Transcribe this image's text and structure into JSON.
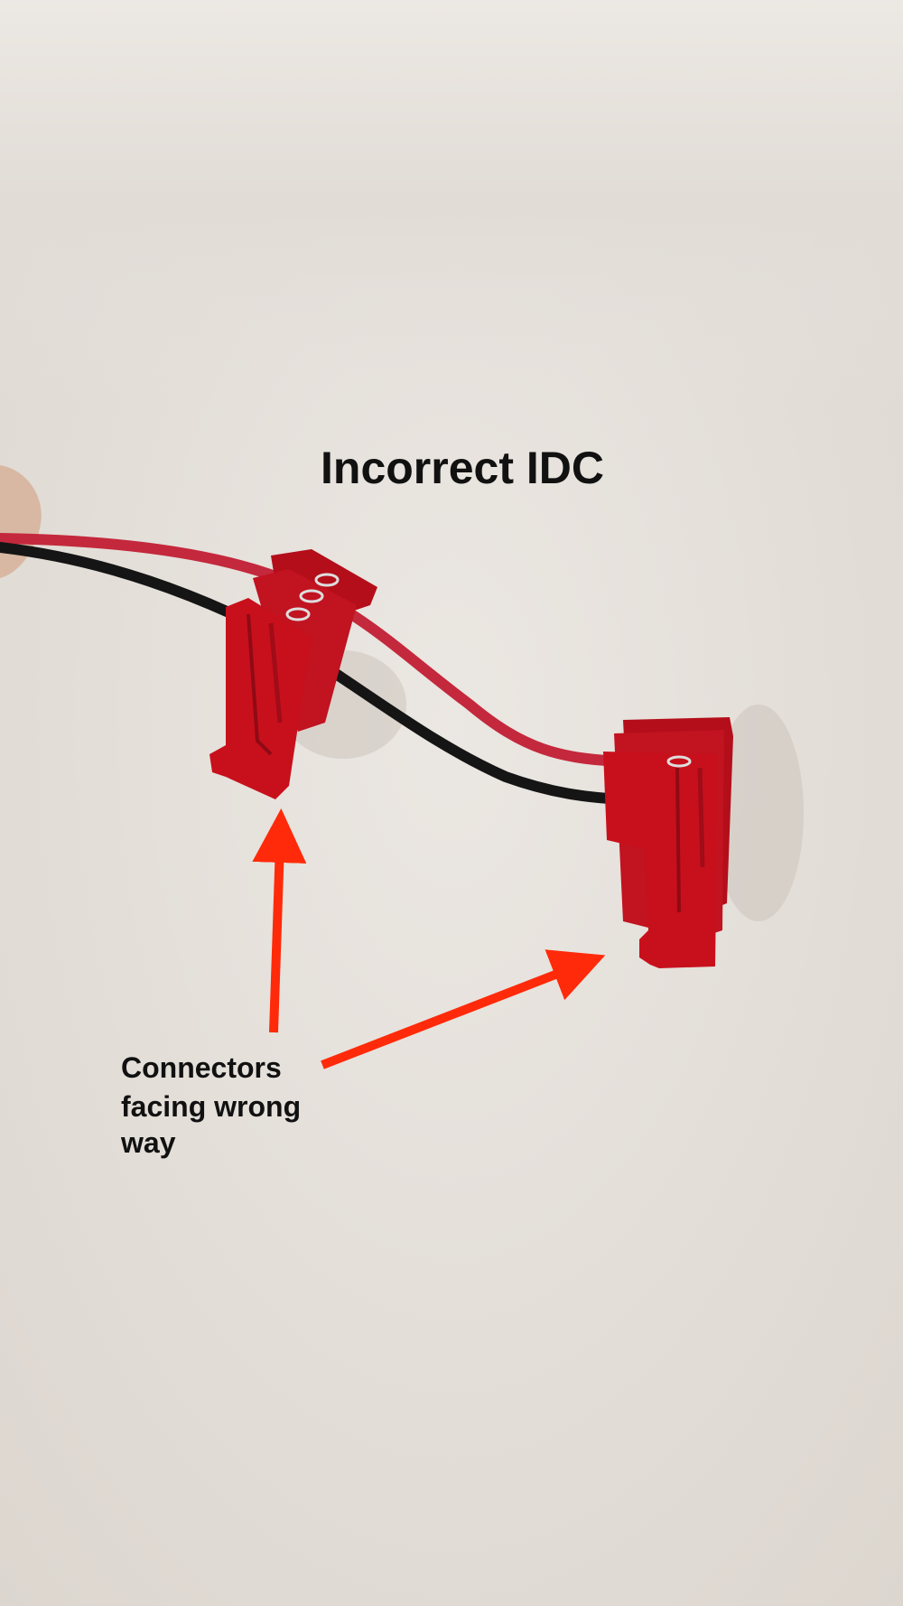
{
  "title": "Incorrect IDC",
  "annotation": {
    "lines": [
      "Connectors",
      "facing wrong",
      "way"
    ]
  },
  "colors": {
    "background": "#e6e1dc",
    "arrow": "#ff2a0a",
    "connector": "#c8101c",
    "red_wire": "#c4283c",
    "black_wire": "#151515",
    "text": "#111111"
  }
}
